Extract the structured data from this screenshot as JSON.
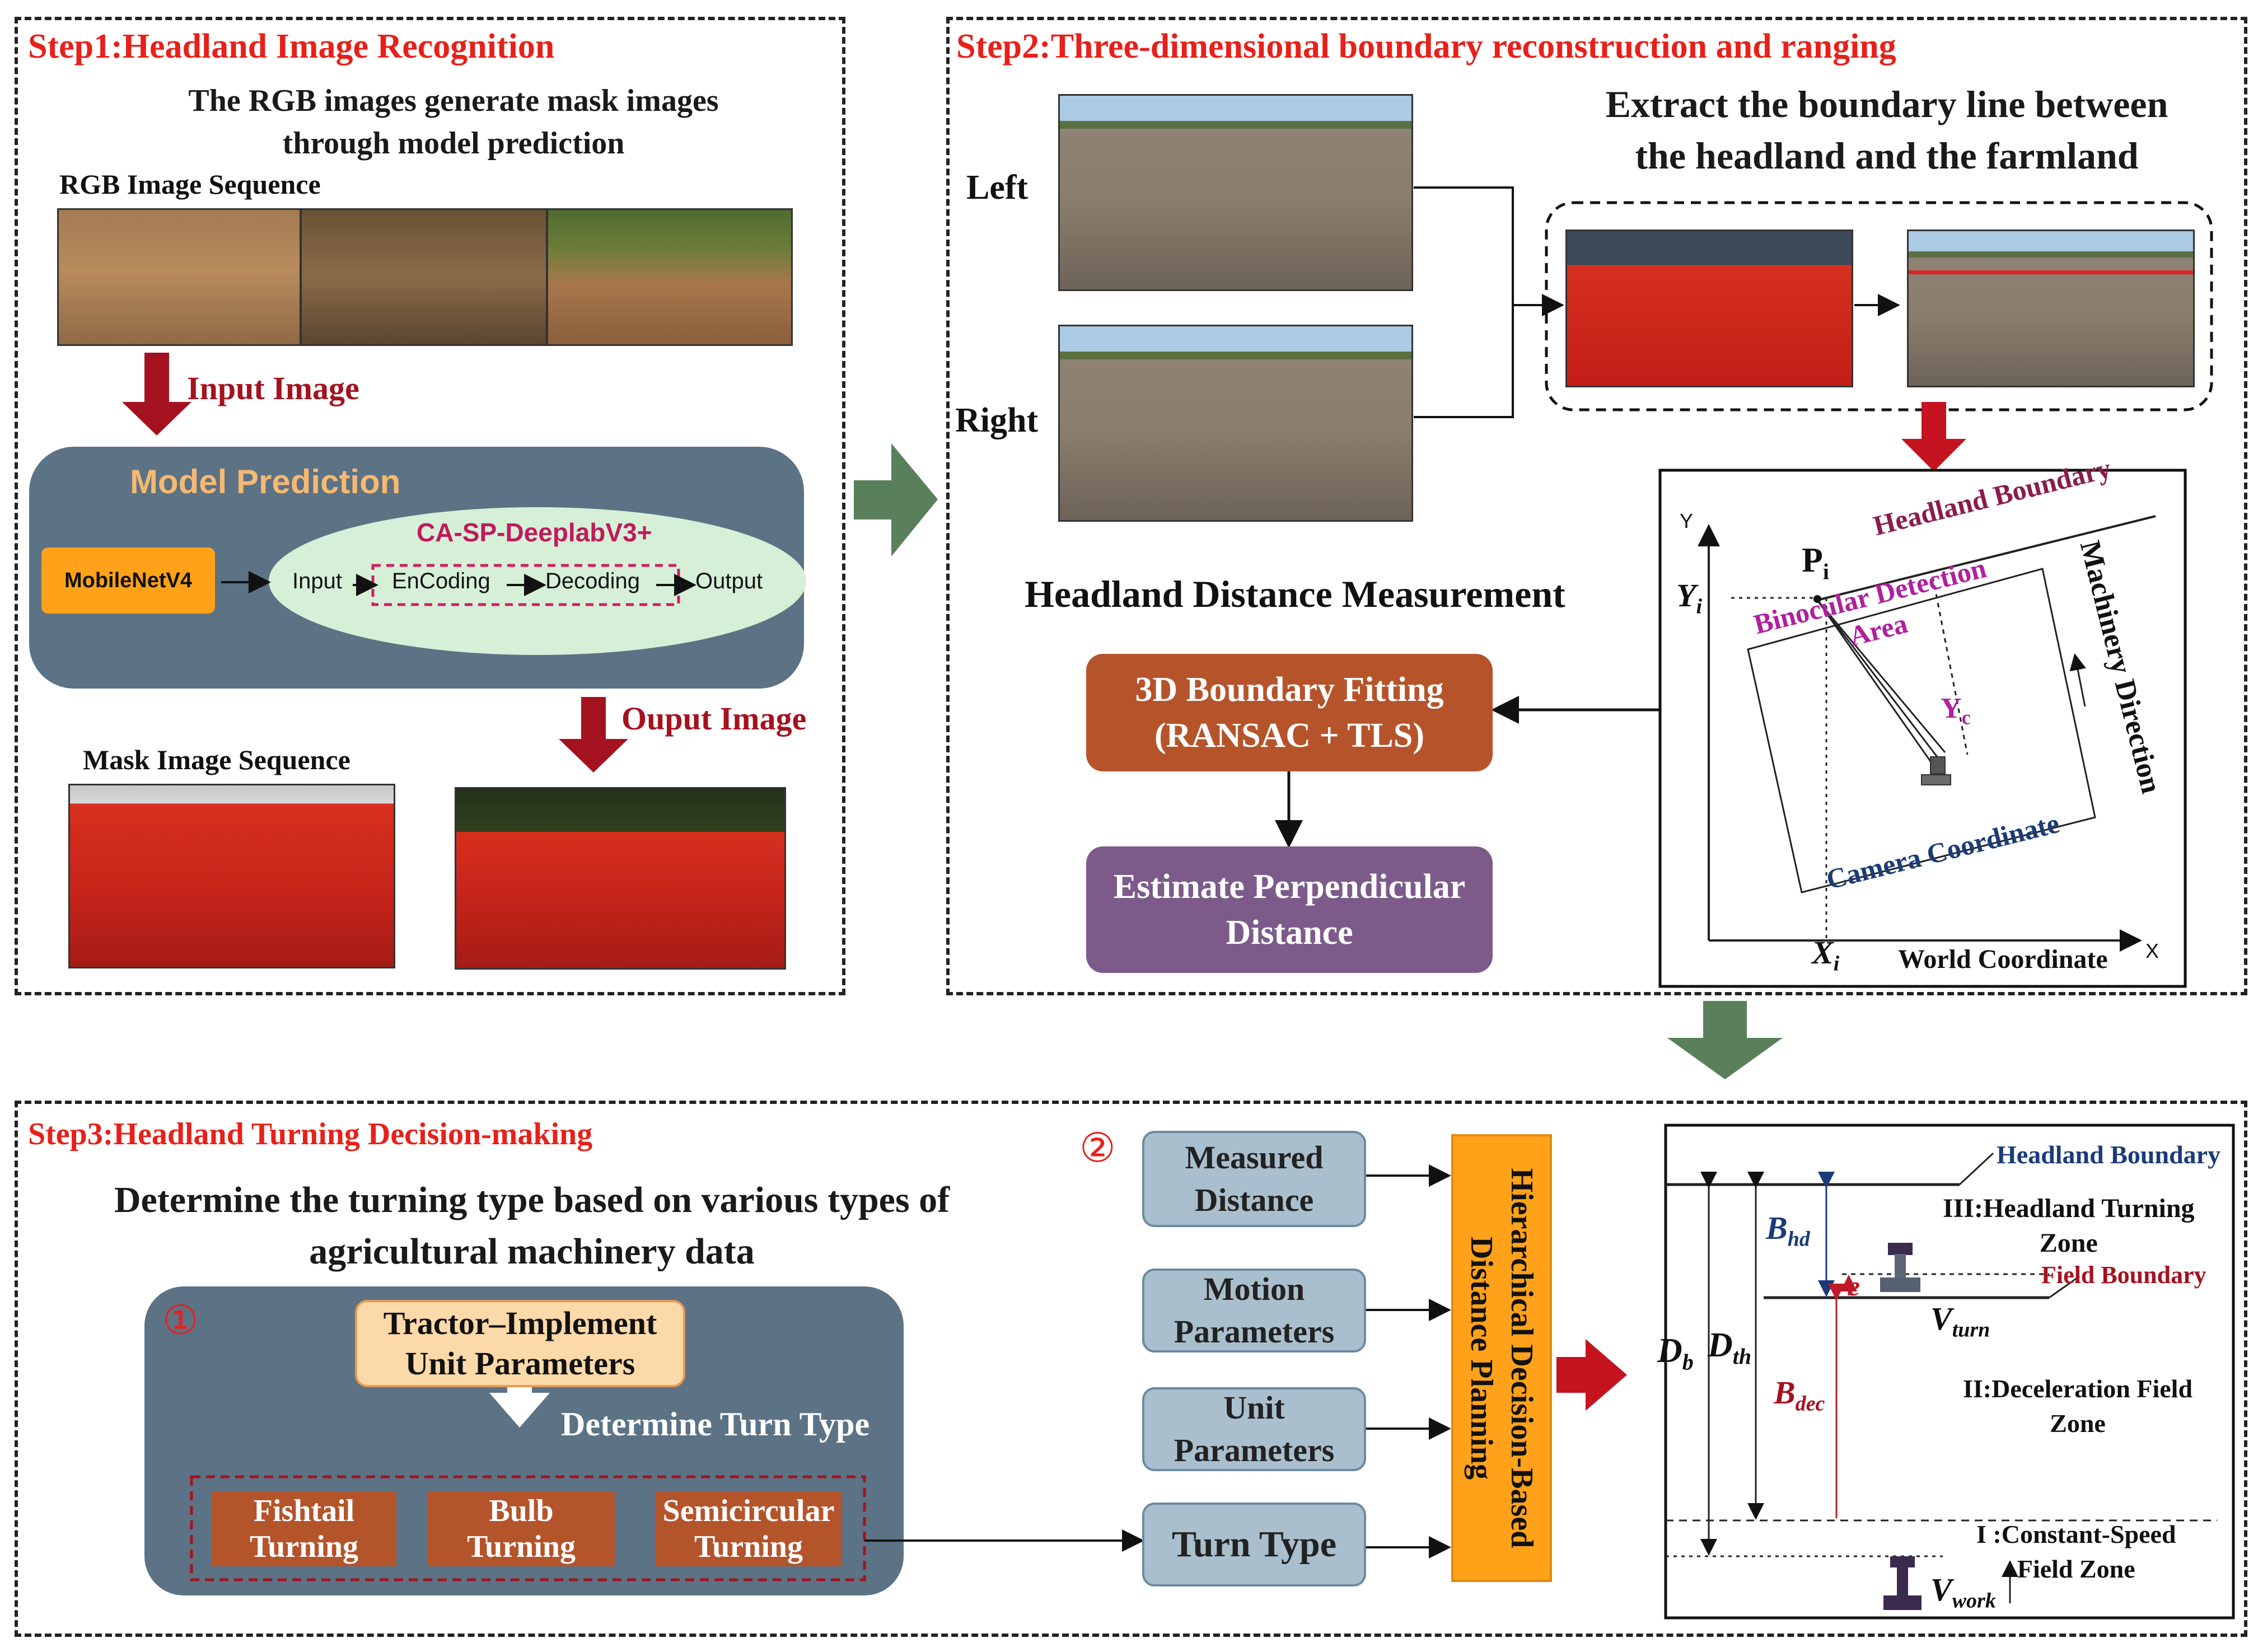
{
  "colors": {
    "step_title": "#e8201a",
    "arrow_red": "#a5121f",
    "arrow_green": "#5a7f5b",
    "panel_slate": "#5c7285",
    "model_title": "#f5b971",
    "ellipse_fill": "#d6f0d8",
    "backbone": "#ffa21a",
    "fitting_box": "#b5542b",
    "estimate_box": "#7c5b8a",
    "planning_box": "#ffa21a",
    "turn_box": "#b4542b",
    "params_box": "#fcd9a8",
    "input_box": "#a9bfcd",
    "magenta": "#b0209e",
    "navy": "#1b3b78",
    "maroon": "#8a1c4b",
    "dim_red": "#c0192a"
  },
  "step1": {
    "title": "Step1:Headland Image Recognition",
    "desc_line1": "The RGB images generate mask images",
    "desc_line2": "through model prediction",
    "rgb_label": "RGB Image Sequence",
    "input_arrow_label": "Input Image",
    "model": {
      "title": "Model Prediction",
      "backbone": "MobileNetV4",
      "network": "CA-SP-DeeplabV3+",
      "input": "Input",
      "encoding": "EnCoding",
      "decoding": "Decoding",
      "output": "Output"
    },
    "output_arrow_label": "Ouput Image",
    "mask_label": "Mask Image Sequence"
  },
  "step2": {
    "title": "Step2:Three-dimensional boundary reconstruction and ranging",
    "left_label": "Left",
    "right_label": "Right",
    "extract_line1": "Extract the boundary line between",
    "extract_line2": "the headland and the farmland",
    "distance_title": "Headland Distance Measurement",
    "fitting_line1": "3D Boundary Fitting",
    "fitting_line2": "(RANSAC + TLS)",
    "estimate_line1": "Estimate Perpendicular",
    "estimate_line2": "Distance",
    "coord": {
      "y_axis": "Y",
      "x_axis": "X",
      "point": "P",
      "point_sub": "i",
      "yi": "Y",
      "yi_sub": "i",
      "xi": "X",
      "xi_sub": "i",
      "yc": "Y",
      "yc_sub": "c",
      "headland_boundary": "Headland Boundary",
      "binocular_line1": "Binocular Detection",
      "binocular_line2": "Area",
      "machinery_direction": "Machinery Direction",
      "camera_coordinate": "Camera Coordinate",
      "world_coordinate": "World Coordinate"
    }
  },
  "step3": {
    "title": "Step3:Headland Turning Decision-making",
    "desc_line1": "Determine the turning type based on various types of",
    "desc_line2": "agricultural machinery data",
    "marker1": "①",
    "marker2": "②",
    "params_line1": "Tractor–Implement",
    "params_line2": "Unit Parameters",
    "determine": "Determine Turn Type",
    "turns": [
      {
        "line1": "Fishtail",
        "line2": "Turning"
      },
      {
        "line1": "Bulb",
        "line2": "Turning"
      },
      {
        "line1": "Semicircular",
        "line2": "Turning"
      }
    ],
    "inputs": {
      "measured_line1": "Measured",
      "measured_line2": "Distance",
      "motion_line1": "Motion",
      "motion_line2": "Parameters",
      "unit_line1": "Unit",
      "unit_line2": "Parameters",
      "turn_type": "Turn Type"
    },
    "planning_line1": "Hierarchical Decision-Based",
    "planning_line2": "Distance Planning",
    "zones": {
      "headland_boundary": "Headland Boundary",
      "headland_zone_line1": "III:Headland Turning",
      "headland_zone_line2": "Zone",
      "field_boundary": "Field Boundary",
      "decel_line1": "II:Deceleration Field",
      "decel_line2": "Zone",
      "const_line1": "I :Constant-Speed",
      "const_line2": "Field Zone",
      "db": "D",
      "db_sub": "b",
      "dth": "D",
      "dth_sub": "th",
      "bhd": "B",
      "bhd_sub": "hd",
      "bdec": "B",
      "bdec_sub": "dec",
      "e": "e",
      "vturn": "V",
      "vturn_sub": "turn",
      "vwork": "V",
      "vwork_sub": "work"
    }
  }
}
